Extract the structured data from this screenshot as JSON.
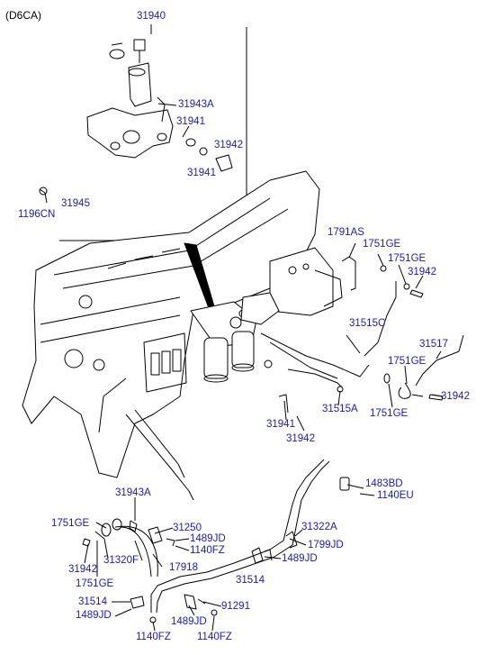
{
  "header": {
    "model": "(D6CA)"
  },
  "colors": {
    "label": "#1a1ab4",
    "line": "#000000"
  },
  "parts": {
    "p31940": "31940",
    "p31943A_top": "31943A",
    "p31941_top1": "31941",
    "p31942_top": "31942",
    "p31941_top2": "31941",
    "p31945": "31945",
    "p1196CN": "1196CN",
    "p1791AS": "1791AS",
    "p1751GE_a": "1751GE",
    "p1751GE_b": "1751GE",
    "p31942_r1": "31942",
    "p31515C": "31515C",
    "p31517": "31517",
    "p1751GE_c": "1751GE",
    "p31942_r2": "31942",
    "p1751GE_d": "1751GE",
    "p31515A": "31515A",
    "p31941_mid": "31941",
    "p31942_mid": "31942",
    "p1483BD": "1483BD",
    "p1140EU": "1140EU",
    "p31943A_bot": "31943A",
    "p1751GE_e": "1751GE",
    "p31250": "31250",
    "p31322A": "31322A",
    "p1489JD_a": "1489JD",
    "p1140FZ_a": "1140FZ",
    "p1799JD": "1799JD",
    "p31942_bot": "31942",
    "p31320F": "31320F",
    "p17918": "17918",
    "p1489JD_b": "1489JD",
    "p1751GE_f": "1751GE",
    "p31514_a": "31514",
    "p31514_b": "31514",
    "p91291": "91291",
    "p1489JD_c": "1489JD",
    "p1489JD_d": "1489JD",
    "p1140FZ_b": "1140FZ",
    "p1140FZ_c": "1140FZ"
  }
}
